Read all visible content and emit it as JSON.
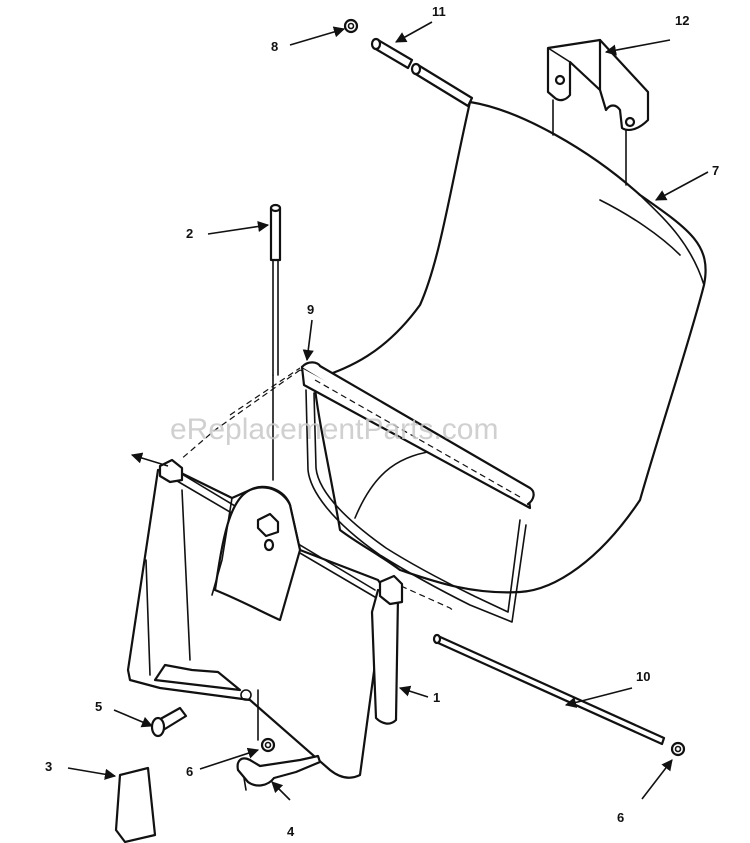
{
  "watermark": "eReplacementParts.com",
  "callouts": [
    {
      "id": "c8",
      "label": "8"
    },
    {
      "id": "c11",
      "label": "11"
    },
    {
      "id": "c12",
      "label": "12"
    },
    {
      "id": "c7",
      "label": "7"
    },
    {
      "id": "c2",
      "label": "2"
    },
    {
      "id": "c9",
      "label": "9"
    },
    {
      "id": "c1",
      "label": "1"
    },
    {
      "id": "c10",
      "label": "10"
    },
    {
      "id": "c5",
      "label": "5"
    },
    {
      "id": "c3",
      "label": "3"
    },
    {
      "id": "c6a",
      "label": "6"
    },
    {
      "id": "c4",
      "label": "4"
    },
    {
      "id": "c6b",
      "label": "6"
    }
  ],
  "colors": {
    "ink": "#111111",
    "watermark": "#c8c8c8",
    "background": "#ffffff"
  }
}
